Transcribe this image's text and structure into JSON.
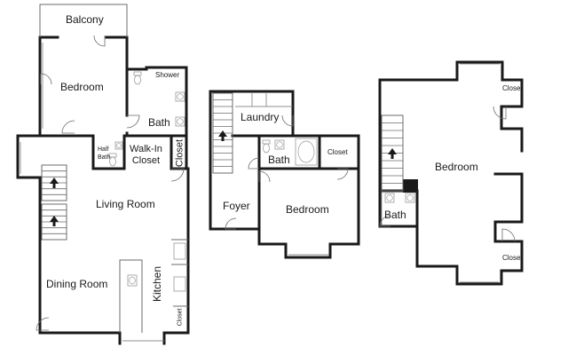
{
  "colors": {
    "wall": "#1a1a1a",
    "thin_line": "#6b6b6b",
    "fixture": "#9a9a9a",
    "background": "#ffffff",
    "column": "#1a1a1a"
  },
  "icons": [
    "stair-arrow-up-icon",
    "toilet-icon",
    "sink-icon",
    "bathtub-icon",
    "door-swing-icon",
    "range-icon"
  ],
  "floors": [
    {
      "name": "left-unit",
      "rooms": {
        "balcony": "Balcony",
        "bedroom": "Bedroom",
        "shower": "Shower",
        "bath": "Bath",
        "half_bath": "Half\nBath",
        "walk_in_closet": "Walk-In\nCloset",
        "closet_vertical": "Closet",
        "living_room": "Living Room",
        "dining_room": "Dining Room",
        "kitchen": "Kitchen",
        "closet_small": "Closet"
      }
    },
    {
      "name": "middle-unit",
      "rooms": {
        "laundry": "Laundry",
        "bath": "Bath",
        "closet": "Closet",
        "foyer": "Foyer",
        "bedroom": "Bedroom"
      }
    },
    {
      "name": "right-unit",
      "rooms": {
        "closet_top": "Closet",
        "bedroom": "Bedroom",
        "bath": "Bath",
        "closet_bottom": "Closet"
      }
    }
  ]
}
